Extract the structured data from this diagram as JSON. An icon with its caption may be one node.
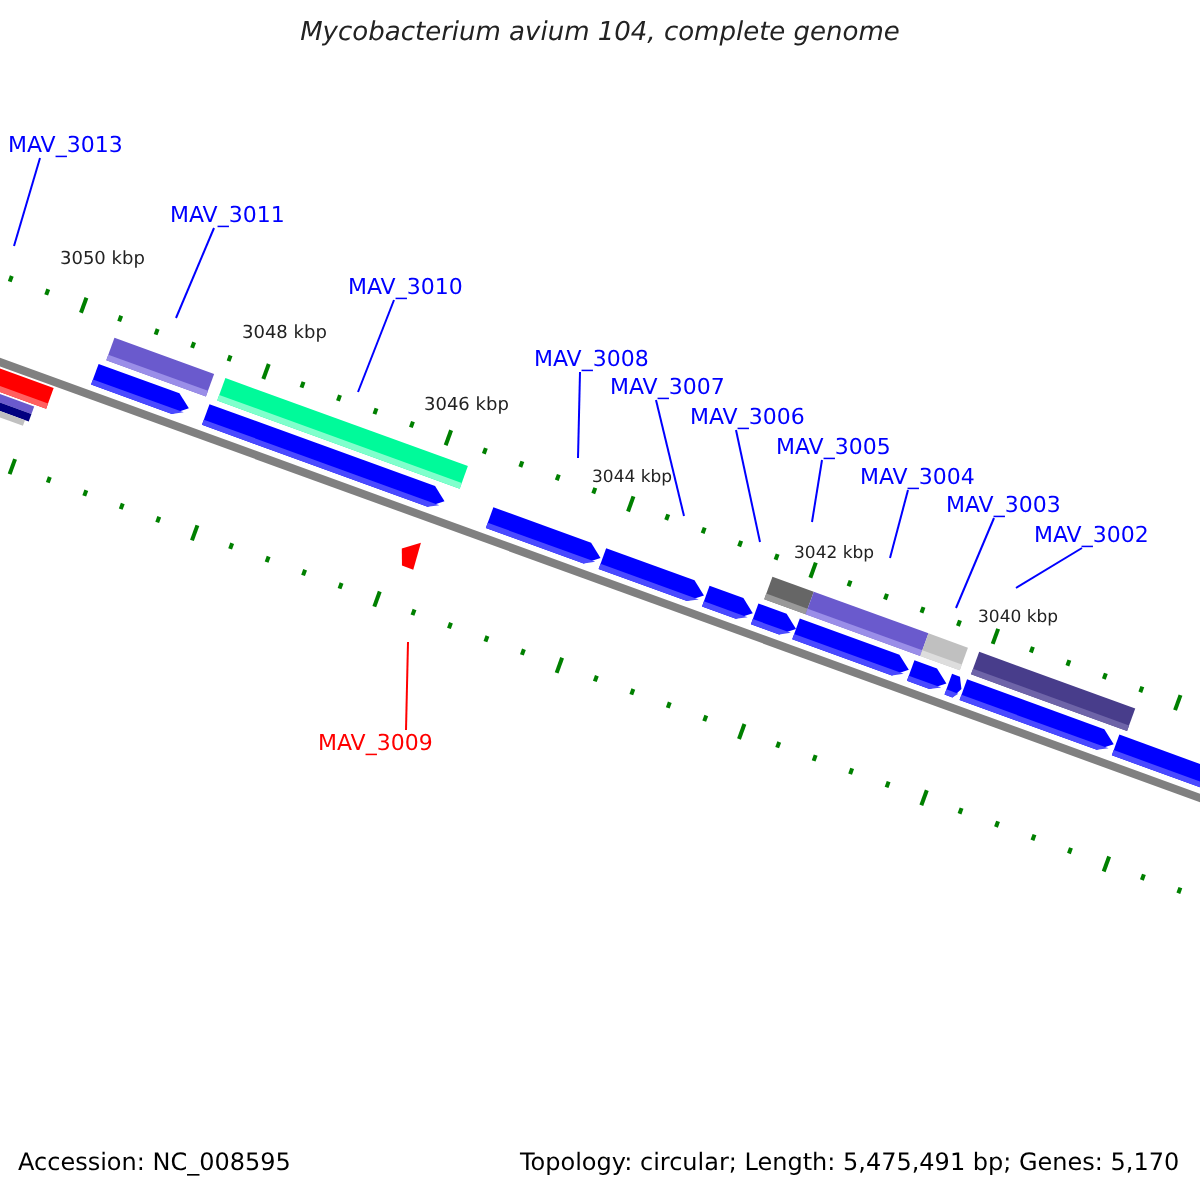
{
  "diagram": {
    "title": "Mycobacterium avium 104, complete genome",
    "nodes": [
      {
        "text": [
          "MAV_3013"
        ]
      },
      {
        "text": [
          "MAV_3011"
        ]
      },
      {
        "text": [
          "MAV_3010"
        ]
      },
      {
        "text": [
          "MAV_3008"
        ]
      },
      {
        "text": [
          "MAV_3007"
        ]
      },
      {
        "text": [
          "MAV_3006"
        ]
      },
      {
        "text": [
          "MAV_3005"
        ]
      },
      {
        "text": [
          "MAV_3004"
        ]
      },
      {
        "text": [
          "MAV_3003"
        ]
      },
      {
        "text": [
          "MAV_3002"
        ]
      },
      {
        "text": [
          "MAV_3009"
        ]
      }
    ],
    "edges": [
      {
        "from": 0,
        "to": null,
        "arrow": "none"
      },
      {
        "from": 1,
        "to": null,
        "arrow": "none"
      },
      {
        "from": 2,
        "to": null,
        "arrow": "none"
      },
      {
        "from": 3,
        "to": null,
        "arrow": "none"
      },
      {
        "from": 4,
        "to": null,
        "arrow": "none"
      },
      {
        "from": 5,
        "to": null,
        "arrow": "none"
      },
      {
        "from": 6,
        "to": null,
        "arrow": "none"
      },
      {
        "from": 7,
        "to": null,
        "arrow": "none"
      },
      {
        "from": 8,
        "to": null,
        "arrow": "none"
      },
      {
        "from": 9,
        "to": null,
        "arrow": "none"
      },
      {
        "from": 10,
        "to": null,
        "arrow": "none",
        "color": "#ff0000"
      }
    ],
    "labels": [
      "3050 kbp",
      "3048 kbp",
      "3046 kbp",
      "3044 kbp",
      "3042 kbp",
      "3040 kbp",
      "Accession: NC_008595",
      "Topology: circular; Length: 5,475,491 bp; Genes: 5,170"
    ]
  }
}
